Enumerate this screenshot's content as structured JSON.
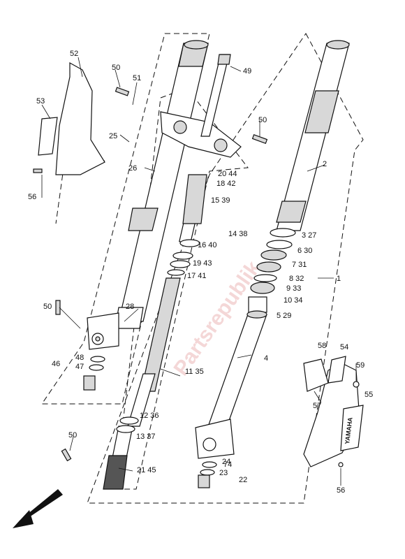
{
  "watermark": "Partsrepublik",
  "decal_text": "YAMAHA",
  "labels": {
    "l1": "1",
    "l2": "2",
    "l3_27": "3 27",
    "l4": "4",
    "l5_29": "5 29",
    "l6_30": "6 30",
    "l7_31": "7 31",
    "l8_32": "8 32",
    "l9_33": "9 33",
    "l10_34": "10 34",
    "l11_35": "11 35",
    "l12_36": "12 36",
    "l13_37": "13 37",
    "l14_38": "14 38",
    "l15_39": "15 39",
    "l16_40": "16 40",
    "l17_41": "17 41",
    "l18_42": "18 42",
    "l19_43": "19 43",
    "l20_44": "20 44",
    "l21_45": "21 45",
    "l22": "22",
    "l23": "23",
    "l24": "24",
    "l25": "25",
    "l26": "26",
    "l28": "28",
    "l46": "46",
    "l47": "47",
    "l48": "48",
    "l49": "49",
    "l50a": "50",
    "l50b": "50",
    "l50c": "50",
    "l50d": "50",
    "l51": "51",
    "l52": "52",
    "l53": "53",
    "l54": "54",
    "l55": "55",
    "l56a": "56",
    "l56b": "56",
    "l57": "57",
    "l58": "58",
    "l59": "59",
    "l74": "74"
  },
  "icons": {
    "front_arrow": "front-direction-arrow-icon"
  }
}
